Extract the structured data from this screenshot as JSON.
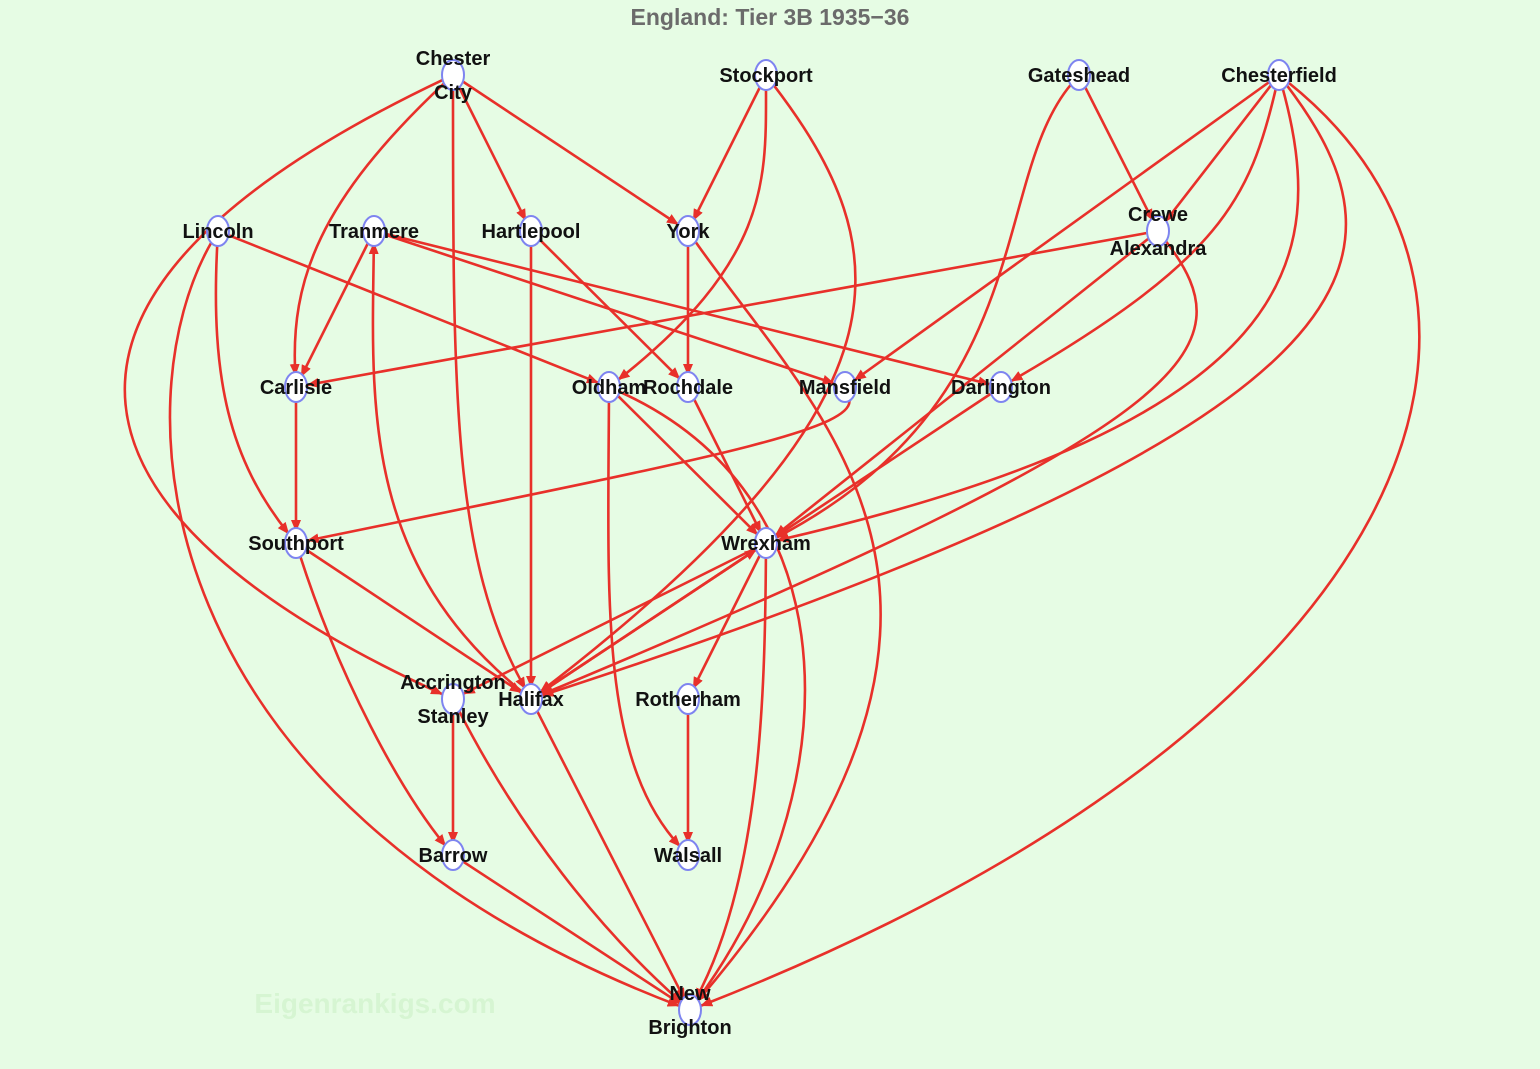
{
  "title": "England: Tier 3B 1935−36",
  "watermark": "Eigenrankigs.com",
  "colors": {
    "background": "#e6fce4",
    "edge": "#e8302a",
    "node_stroke": "#7e84f0",
    "node_fill": "#ffffff",
    "label": "#111111",
    "title": "#6b6b6b"
  },
  "nodes": [
    {
      "id": "chester_city",
      "label_lines": [
        "Chester",
        "City"
      ]
    },
    {
      "id": "stockport",
      "label_lines": [
        "Stockport"
      ]
    },
    {
      "id": "gateshead",
      "label_lines": [
        "Gateshead"
      ]
    },
    {
      "id": "chesterfield",
      "label_lines": [
        "Chesterfield"
      ]
    },
    {
      "id": "lincoln",
      "label_lines": [
        "Lincoln"
      ]
    },
    {
      "id": "tranmere",
      "label_lines": [
        "Tranmere"
      ]
    },
    {
      "id": "hartlepool",
      "label_lines": [
        "Hartlepool"
      ]
    },
    {
      "id": "york",
      "label_lines": [
        "York"
      ]
    },
    {
      "id": "crewe_alexandra",
      "label_lines": [
        "Crewe",
        "Alexandra"
      ]
    },
    {
      "id": "carlisle",
      "label_lines": [
        "Carlisle"
      ]
    },
    {
      "id": "oldham",
      "label_lines": [
        "Oldham"
      ]
    },
    {
      "id": "rochdale",
      "label_lines": [
        "Rochdale"
      ]
    },
    {
      "id": "mansfield",
      "label_lines": [
        "Mansfield"
      ]
    },
    {
      "id": "darlington",
      "label_lines": [
        "Darlington"
      ]
    },
    {
      "id": "southport",
      "label_lines": [
        "Southport"
      ]
    },
    {
      "id": "wrexham",
      "label_lines": [
        "Wrexham"
      ]
    },
    {
      "id": "accrington_stanley",
      "label_lines": [
        "Accrington",
        "Stanley"
      ]
    },
    {
      "id": "halifax",
      "label_lines": [
        "Halifax"
      ]
    },
    {
      "id": "rotherham",
      "label_lines": [
        "Rotherham"
      ]
    },
    {
      "id": "barrow",
      "label_lines": [
        "Barrow"
      ]
    },
    {
      "id": "walsall",
      "label_lines": [
        "Walsall"
      ]
    },
    {
      "id": "new_brighton",
      "label_lines": [
        "New",
        "Brighton"
      ]
    }
  ],
  "edges": [
    {
      "from": "chester_city",
      "to": "carlisle"
    },
    {
      "from": "chester_city",
      "to": "hartlepool"
    },
    {
      "from": "chester_city",
      "to": "york"
    },
    {
      "from": "chester_city",
      "to": "accrington_stanley"
    },
    {
      "from": "chester_city",
      "to": "halifax"
    },
    {
      "from": "stockport",
      "to": "york"
    },
    {
      "from": "stockport",
      "to": "oldham"
    },
    {
      "from": "stockport",
      "to": "halifax"
    },
    {
      "from": "gateshead",
      "to": "crewe_alexandra"
    },
    {
      "from": "gateshead",
      "to": "wrexham"
    },
    {
      "from": "chesterfield",
      "to": "crewe_alexandra"
    },
    {
      "from": "chesterfield",
      "to": "mansfield"
    },
    {
      "from": "chesterfield",
      "to": "darlington"
    },
    {
      "from": "chesterfield",
      "to": "wrexham"
    },
    {
      "from": "chesterfield",
      "to": "halifax"
    },
    {
      "from": "chesterfield",
      "to": "new_brighton"
    },
    {
      "from": "lincoln",
      "to": "southport"
    },
    {
      "from": "lincoln",
      "to": "oldham"
    },
    {
      "from": "lincoln",
      "to": "new_brighton"
    },
    {
      "from": "tranmere",
      "to": "carlisle"
    },
    {
      "from": "tranmere",
      "to": "mansfield"
    },
    {
      "from": "tranmere",
      "to": "darlington"
    },
    {
      "from": "hartlepool",
      "to": "rochdale"
    },
    {
      "from": "hartlepool",
      "to": "halifax"
    },
    {
      "from": "york",
      "to": "rochdale"
    },
    {
      "from": "york",
      "to": "new_brighton"
    },
    {
      "from": "crewe_alexandra",
      "to": "carlisle"
    },
    {
      "from": "crewe_alexandra",
      "to": "wrexham"
    },
    {
      "from": "crewe_alexandra",
      "to": "halifax"
    },
    {
      "from": "carlisle",
      "to": "southport"
    },
    {
      "from": "oldham",
      "to": "wrexham"
    },
    {
      "from": "oldham",
      "to": "walsall"
    },
    {
      "from": "oldham",
      "to": "new_brighton"
    },
    {
      "from": "rochdale",
      "to": "wrexham"
    },
    {
      "from": "mansfield",
      "to": "southport"
    },
    {
      "from": "darlington",
      "to": "halifax"
    },
    {
      "from": "southport",
      "to": "barrow"
    },
    {
      "from": "southport",
      "to": "halifax"
    },
    {
      "from": "wrexham",
      "to": "accrington_stanley"
    },
    {
      "from": "wrexham",
      "to": "halifax"
    },
    {
      "from": "wrexham",
      "to": "rotherham"
    },
    {
      "from": "wrexham",
      "to": "new_brighton"
    },
    {
      "from": "halifax",
      "to": "tranmere"
    },
    {
      "from": "halifax",
      "to": "wrexham"
    },
    {
      "from": "halifax",
      "to": "new_brighton"
    },
    {
      "from": "accrington_stanley",
      "to": "barrow"
    },
    {
      "from": "accrington_stanley",
      "to": "new_brighton"
    },
    {
      "from": "rotherham",
      "to": "walsall"
    },
    {
      "from": "barrow",
      "to": "new_brighton"
    }
  ]
}
